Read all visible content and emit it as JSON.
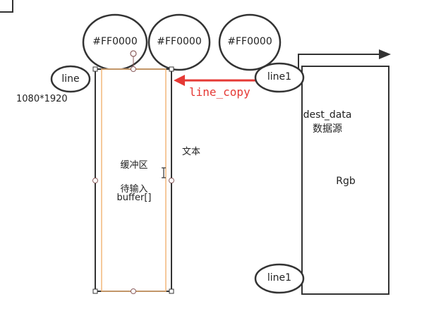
{
  "ellipses": {
    "color_1": "#FF0000",
    "color_2": "#FF0000",
    "color_3": "#FF0000",
    "line": "line",
    "line1_top": "line1",
    "line1_bottom": "line1"
  },
  "labels": {
    "resolution": "1080*1920",
    "line_copy": "line_copy",
    "text_label": "文本",
    "buffer_title": "缓冲区",
    "buffer_sub1": "待输入",
    "buffer_sub2": "buffer[]",
    "dest_data": "dest_data",
    "data_source": "数据源",
    "rgb": "Rgb"
  },
  "colors": {
    "stroke": "#333333",
    "accent_red": "#E53935",
    "selection_orange": "#F2B77A",
    "handle_stroke": "#8B5E5E"
  }
}
